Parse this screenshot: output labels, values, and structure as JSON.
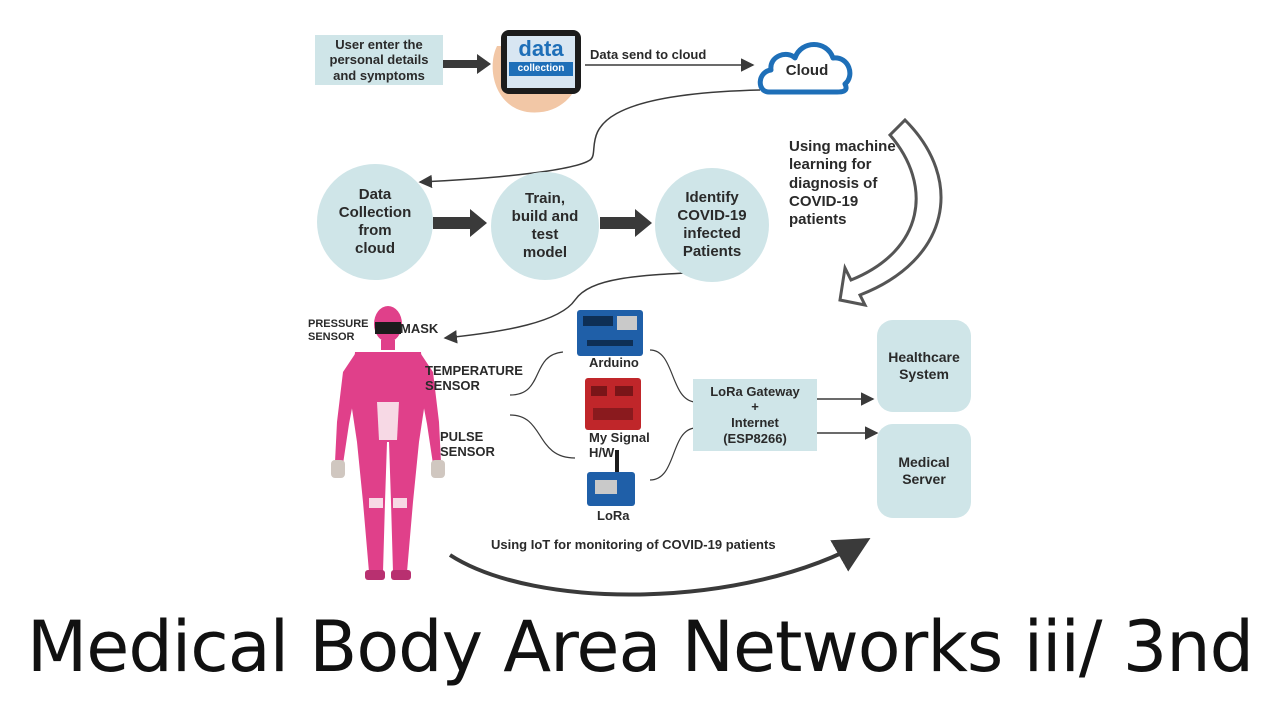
{
  "diagram": {
    "user_input": "User enter the\npersonal details\nand symptoms",
    "phone_logo_main": "data",
    "phone_logo_sub": "collection",
    "send_label": "Data send to cloud",
    "cloud_label": "Cloud",
    "ml_label": "Using machine\nlearning for\ndiagnosis of\nCOVID-19\npatients",
    "step1": "Data\nCollection\nfrom\ncloud",
    "step2": "Train,\nbuild and\ntest\nmodel",
    "step3": "Identify\nCOVID-19\ninfected\nPatients",
    "sensor_pressure": "PRESSURE\nSENSOR",
    "sensor_mask": "MASK",
    "sensor_temp": "TEMPERATURE\nSENSOR",
    "sensor_pulse": "PULSE\nSENSOR",
    "hw_arduino": "Arduino",
    "hw_signal": "My Signal\nH/W",
    "hw_lora": "LoRa",
    "gateway": "LoRa Gateway\n+\nInternet\n(ESP8266)",
    "healthcare": "Healthcare\nSystem",
    "medical_server": "Medical\nServer",
    "iot_label": "Using IoT for monitoring of COVID-19 patients"
  },
  "colors": {
    "box_fill": "#cfe5e8",
    "arrow": "#3a3a3a",
    "body": "#e0408a",
    "arduino": "#1f5fa8",
    "signal_board": "#c0262a",
    "logo_blue": "#1e6fb8"
  },
  "title": "Medical Body Area Networks iii/ 3nd"
}
